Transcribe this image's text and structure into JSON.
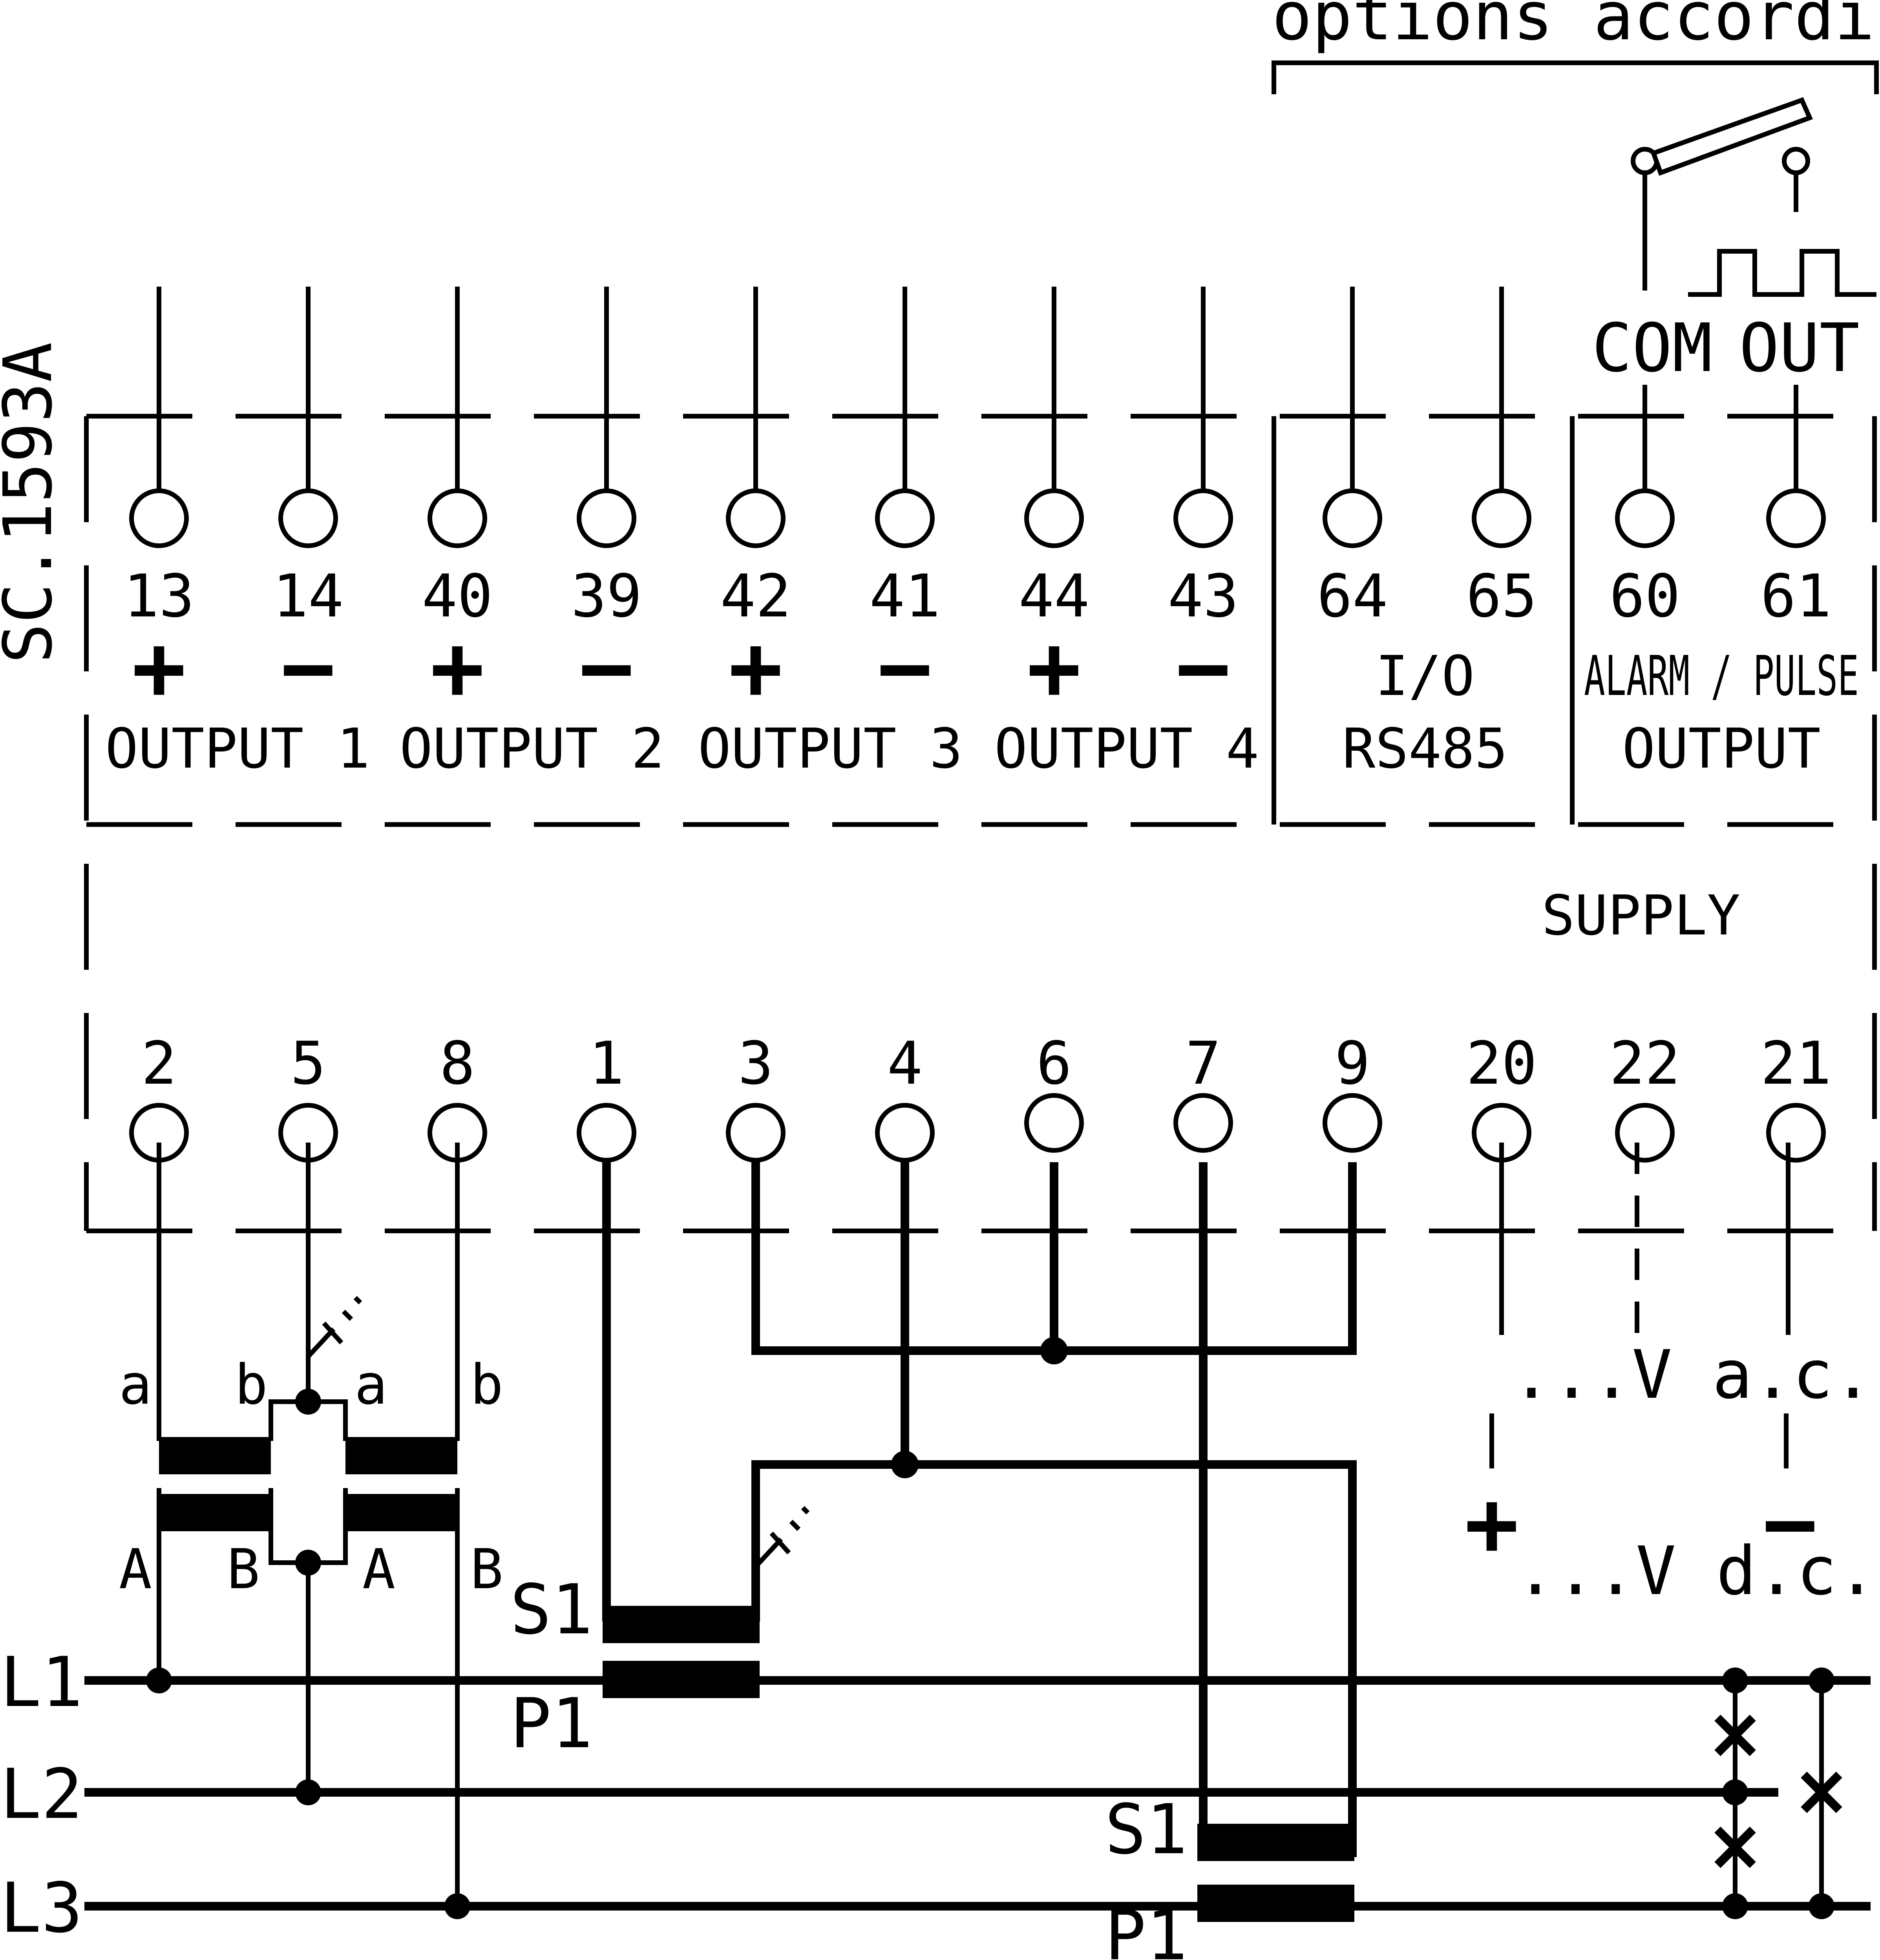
{
  "drawing_code": "SC.1593A",
  "options_label": "options according types",
  "com_label": "COM",
  "out_label": "OUT",
  "top_terminals": [
    "13",
    "14",
    "40",
    "39",
    "42",
    "41",
    "44",
    "43",
    "64",
    "65",
    "60",
    "61"
  ],
  "top_signs": [
    "+",
    "−",
    "+",
    "−",
    "+",
    "−",
    "+",
    "−"
  ],
  "outputs": [
    "OUTPUT 1",
    "OUTPUT 2",
    "OUTPUT 3",
    "OUTPUT 4"
  ],
  "io_label": "I/O",
  "rs485_label": "RS485",
  "alarm_label": "ALARM / PULSE",
  "alarm_output_label": "OUTPUT",
  "supply_label": "SUPPLY",
  "bottom_terminals": [
    "2",
    "5",
    "8",
    "1",
    "3",
    "4",
    "6",
    "7",
    "9",
    "20",
    "22",
    "21"
  ],
  "vt_secondary_labels": [
    "a",
    "b",
    "a",
    "b"
  ],
  "vt_primary_labels": [
    "A",
    "B",
    "A",
    "B"
  ],
  "ct_labels": {
    "s1_a": "S1",
    "p1_a": "P1",
    "s1_b": "S1",
    "p1_b": "P1"
  },
  "lines": [
    "L1",
    "L2",
    "L3"
  ],
  "supply_ac": "...V a.c.",
  "supply_dc": "...V d.c.",
  "supply_plus": "+",
  "supply_minus": "−"
}
